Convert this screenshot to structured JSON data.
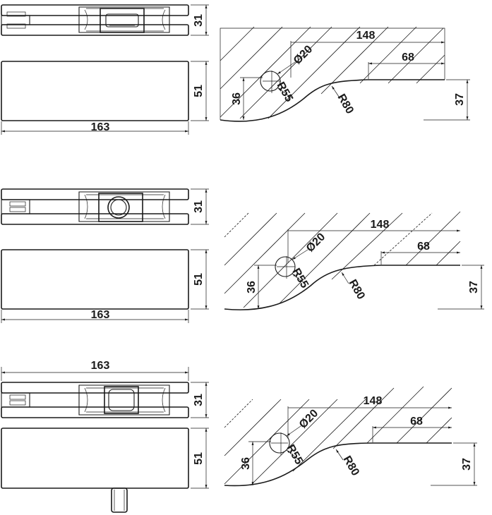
{
  "drawings": [
    {
      "front": {
        "height": "31"
      },
      "side": {
        "height": "51",
        "length": "163"
      },
      "profile": {
        "length": "148",
        "flat": "68",
        "hole": "Ø20",
        "radius_small": "R55",
        "radius_large": "R80",
        "depth_left": "36",
        "depth_right": "37"
      }
    },
    {
      "front": {
        "height": "31"
      },
      "side": {
        "height": "51",
        "length": "163"
      },
      "profile": {
        "length": "148",
        "flat": "68",
        "hole": "Ø20",
        "radius_small": "R55",
        "radius_large": "R80",
        "depth_left": "36",
        "depth_right": "37"
      }
    },
    {
      "front": {
        "height": "31",
        "length": "163"
      },
      "side": {
        "height": "51"
      },
      "profile": {
        "length": "148",
        "flat": "68",
        "hole": "Ø20",
        "radius_small": "R55",
        "radius_large": "R80",
        "depth_left": "36",
        "depth_right": "37"
      }
    }
  ]
}
